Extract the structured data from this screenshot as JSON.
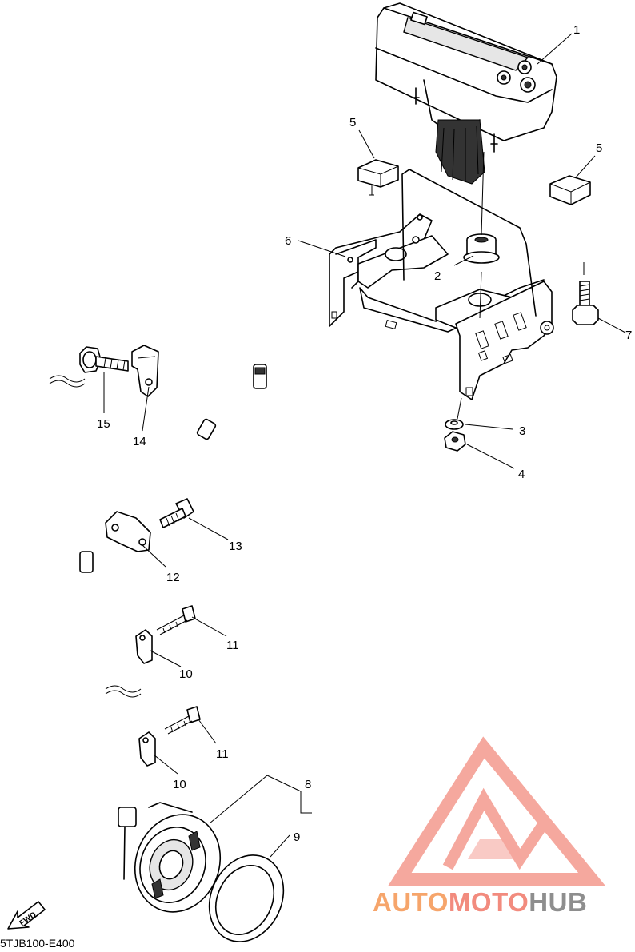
{
  "diagram_code": "5TJB100-E400",
  "fwd_label": "FWD",
  "watermark": {
    "part1": "AUTO",
    "part2": "MOTO",
    "part3": "HUB"
  },
  "callouts": [
    {
      "id": "c1",
      "label": "1"
    },
    {
      "id": "c2",
      "label": "2"
    },
    {
      "id": "c3",
      "label": "3"
    },
    {
      "id": "c4",
      "label": "4"
    },
    {
      "id": "c5a",
      "label": "5"
    },
    {
      "id": "c5b",
      "label": "5"
    },
    {
      "id": "c6",
      "label": "6"
    },
    {
      "id": "c7",
      "label": "7"
    },
    {
      "id": "c8",
      "label": "8"
    },
    {
      "id": "c9",
      "label": "9"
    },
    {
      "id": "c10a",
      "label": "10"
    },
    {
      "id": "c10b",
      "label": "10"
    },
    {
      "id": "c11a",
      "label": "11"
    },
    {
      "id": "c11b",
      "label": "11"
    },
    {
      "id": "c12",
      "label": "12"
    },
    {
      "id": "c13",
      "label": "13"
    },
    {
      "id": "c14",
      "label": "14"
    },
    {
      "id": "c15",
      "label": "15"
    }
  ],
  "colors": {
    "line": "#000000",
    "watermark_red": "#f28b7e",
    "watermark_orange": "#f6a56b",
    "watermark_gray": "#8e8e8e"
  }
}
